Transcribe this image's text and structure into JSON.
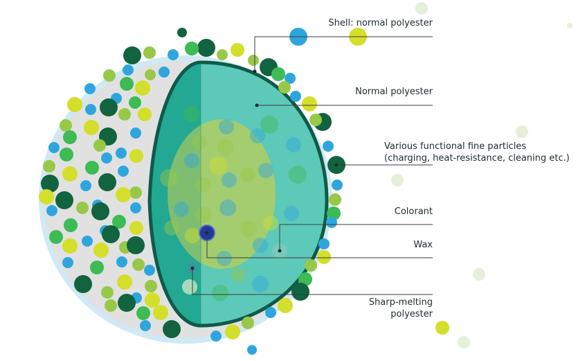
{
  "labels": {
    "shell": "Shell: normal polyester",
    "normal_polyester": "Normal polyester",
    "particles_line1": "Various functional fine particles",
    "particles_line2": "(charging, heat-resistance, cleaning etc.)",
    "colorant": "Colorant",
    "wax": "Wax",
    "sharp_line1": "Sharp-melting",
    "sharp_line2": "polyester"
  },
  "colors": {
    "shell_outline": "#0f5a48",
    "normal_polyester": "#5dc9b9",
    "normal_polyester_dark": "#22a893",
    "sharp_melting_core": "#a9cf6f",
    "outer_glow": "#cfe9f5",
    "cut_face": "#e0e0e0",
    "particle_dark_green": "#12633f",
    "particle_green": "#3dbb55",
    "particle_light_green": "#98c848",
    "particle_yellow": "#d3df2a",
    "particle_blue": "#2ea6dd",
    "colorant": "#23399a",
    "leader_line": "#3b3b3b"
  },
  "icons": [
    "toner-particle-diagram"
  ]
}
